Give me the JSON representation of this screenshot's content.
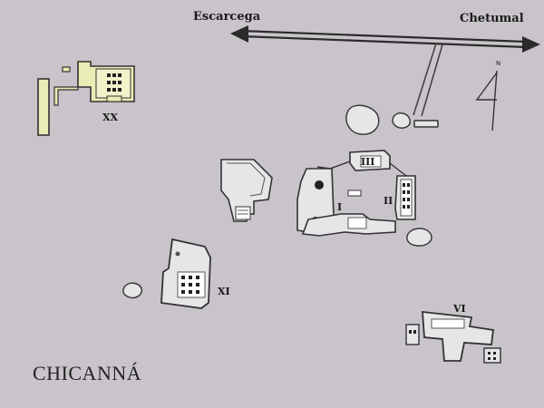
{
  "map": {
    "title": "CHICANNÁ",
    "north_label": "N",
    "roads": {
      "west_label": "Escarcega",
      "east_label": "Chetumal"
    },
    "structures": [
      {
        "id": "XX",
        "label": "XX"
      },
      {
        "id": "III",
        "label": "III"
      },
      {
        "id": "I",
        "label": "I"
      },
      {
        "id": "II",
        "label": "II"
      },
      {
        "id": "XI",
        "label": "XI"
      },
      {
        "id": "VI",
        "label": "VI"
      }
    ],
    "colors": {
      "background": "#c9c4ca",
      "building_fill": "#e6e6e9",
      "outline": "#2a2a2a",
      "structure_xx_fill": "#e9ecb4",
      "road": "#2b2b2b"
    }
  }
}
